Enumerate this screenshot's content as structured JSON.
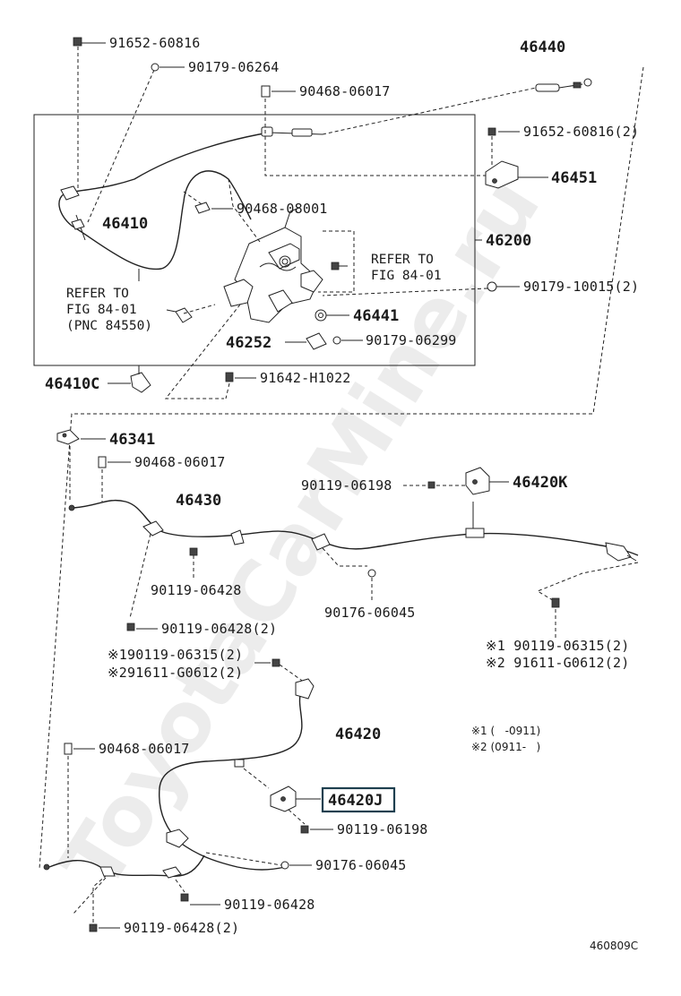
{
  "labels": {
    "p_91652_60816": "91652-60816",
    "p_90179_06264": "90179-06264",
    "p_46440": "46440",
    "p_90468_06017_a": "90468-06017",
    "p_91652_60816_2": "91652-60816(2)",
    "p_46451": "46451",
    "p_46410": "46410",
    "p_90468_08001": "90468-08001",
    "p_46200": "46200",
    "refer_a_1": "REFER TO",
    "refer_a_2": "FIG 84-01",
    "p_90179_10015_2": "90179-10015(2)",
    "refer_b_1": "REFER TO",
    "refer_b_2": "FIG 84-01",
    "refer_b_3": "(PNC 84550)",
    "p_46441": "46441",
    "p_46252": "46252",
    "p_90179_06299": "90179-06299",
    "p_46410C": "46410C",
    "p_91642_H1022": "91642-H1022",
    "p_46341": "46341",
    "p_90468_06017_b": "90468-06017",
    "p_90119_06198_a": "90119-06198",
    "p_46420K": "46420K",
    "p_46430": "46430",
    "p_90119_06428_a": "90119-06428",
    "p_90176_06045_a": "90176-06045",
    "p_90119_06428_2a": "90119-06428(2)",
    "note_left_1": "※190119-06315(2)",
    "note_left_2": "※291611-G0612(2)",
    "note_right_1": "※1 90119-06315(2)",
    "note_right_2": "※2 91611-G0612(2)",
    "p_46420": "46420",
    "legend_1": "※1 (   -0911)",
    "legend_2": "※2 (0911-   )",
    "p_90468_06017_c": "90468-06017",
    "p_46420J": "46420J",
    "p_90119_06198_b": "90119-06198",
    "p_90176_06045_b": "90176-06045",
    "p_90119_06428_b": "90119-06428",
    "p_90119_06428_2b": "90119-06428(2)",
    "diagram_code": "460809C",
    "watermark": "ToyotaCarMine.ru"
  },
  "colors": {
    "ink": "#222222",
    "highlight_box": "#1e3f4f",
    "background": "#ffffff"
  }
}
